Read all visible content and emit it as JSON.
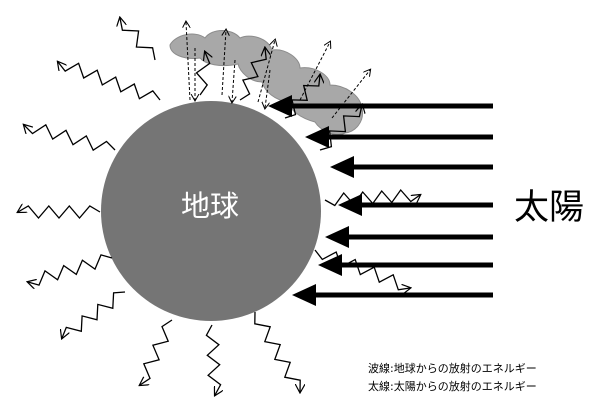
{
  "earth_label": "地球",
  "sun_label": "太陽",
  "legend": {
    "wavy": "波線:地球からの放射のエネルギー",
    "thick": "太線:太陽からの放射のエネルギー"
  },
  "colors": {
    "earth": "#757575",
    "cloud": "#a8a8a8",
    "arrow": "#000000"
  }
}
